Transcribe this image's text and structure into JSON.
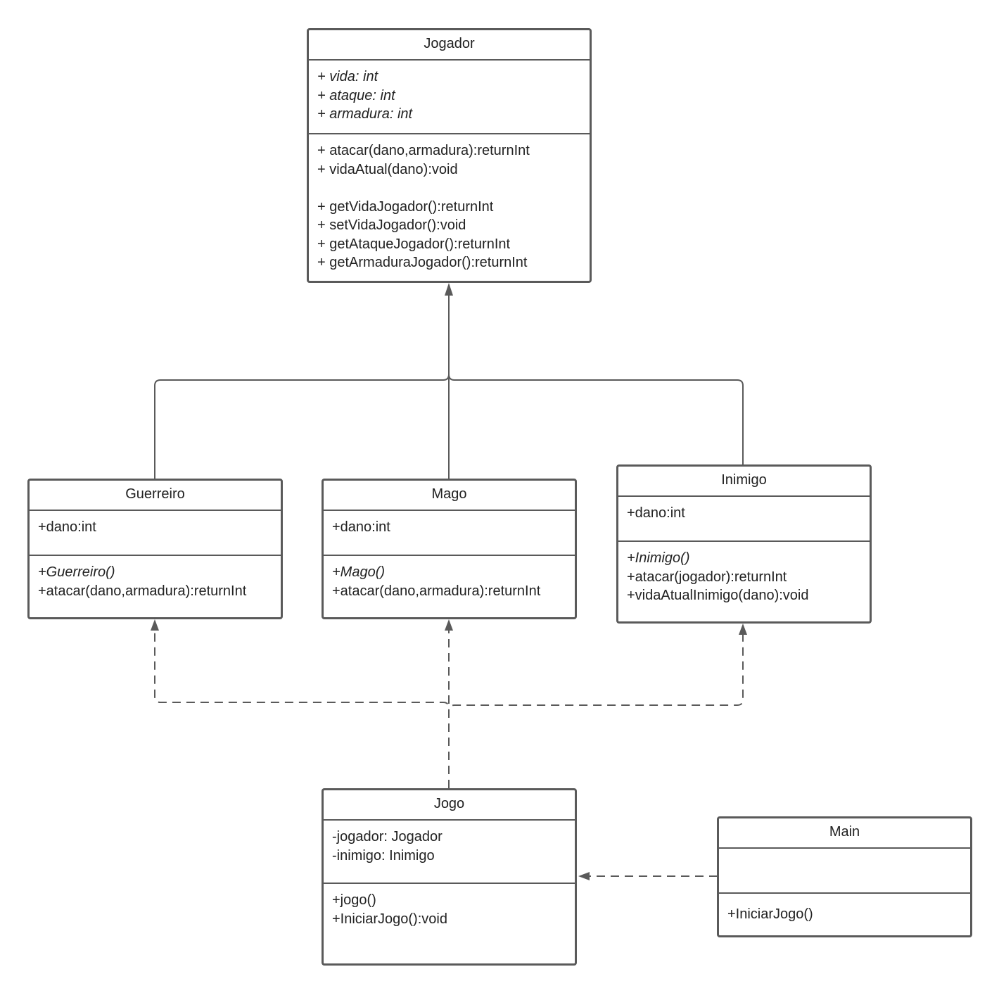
{
  "classes": {
    "jogador": {
      "name": "Jogador",
      "attributes": [
        "+ vida: int",
        "+ ataque: int",
        "+ armadura: int"
      ],
      "methods": [
        "+ atacar(dano,armadura):returnInt",
        "+ vidaAtual(dano):void",
        "+ getVidaJogador():returnInt",
        "+ setVidaJogador():void",
        "+ getAtaqueJogador():returnInt",
        "+ getArmaduraJogador():returnInt"
      ]
    },
    "guerreiro": {
      "name": "Guerreiro",
      "attributes": [
        "+dano:int"
      ],
      "methods": [
        "+Guerreiro()",
        "+atacar(dano,armadura):returnInt"
      ]
    },
    "mago": {
      "name": "Mago",
      "attributes": [
        "+dano:int"
      ],
      "methods": [
        "+Mago()",
        "+atacar(dano,armadura):returnInt"
      ]
    },
    "inimigo": {
      "name": "Inimigo",
      "attributes": [
        "+dano:int"
      ],
      "methods": [
        "+Inimigo()",
        "+atacar(jogador):returnInt",
        "+vidaAtualInimigo(dano):void"
      ]
    },
    "jogo": {
      "name": "Jogo",
      "attributes": [
        "-jogador: Jogador",
        "-inimigo: Inimigo"
      ],
      "methods": [
        "+jogo()",
        "+IniciarJogo():void"
      ]
    },
    "main": {
      "name": "Main",
      "attributes": [],
      "methods": [
        "+IniciarJogo()"
      ]
    }
  },
  "colors": {
    "border": "#5a5a5a",
    "text": "#222222",
    "background": "#ffffff"
  },
  "relationships": [
    {
      "type": "inheritance",
      "from": "Guerreiro",
      "to": "Jogador"
    },
    {
      "type": "inheritance",
      "from": "Mago",
      "to": "Jogador"
    },
    {
      "type": "inheritance",
      "from": "Inimigo",
      "to": "Jogador"
    },
    {
      "type": "dependency",
      "from": "Jogo",
      "to": "Guerreiro"
    },
    {
      "type": "dependency",
      "from": "Jogo",
      "to": "Mago"
    },
    {
      "type": "dependency",
      "from": "Jogo",
      "to": "Inimigo"
    },
    {
      "type": "dependency",
      "from": "Main",
      "to": "Jogo"
    }
  ]
}
